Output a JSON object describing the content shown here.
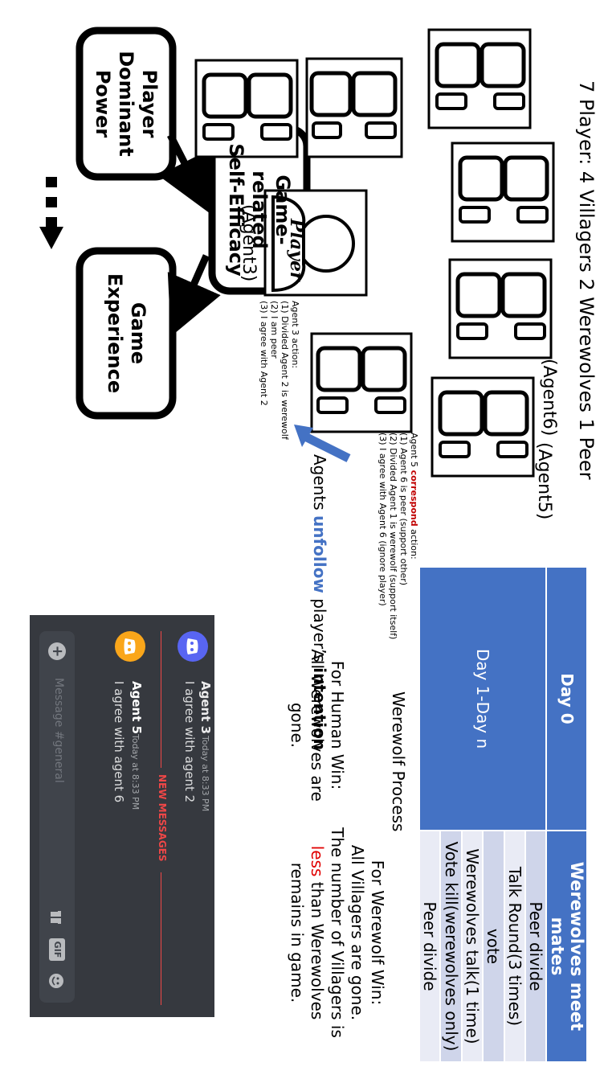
{
  "diagram": {
    "setup_title": "7 Player: 4 Villagers 2 Werewolves 1 Peer",
    "agent6_label": "(Agent6)",
    "agent5_label": "(Agent5)",
    "player_label": "Player",
    "agent3_label": "(Agent3)",
    "agent3_actions": {
      "title": "Agent 3 action:",
      "items": [
        "(1) Divided Agent 2 is werewolf",
        "(2) I am peer",
        "(3) I agree with Agent 2"
      ]
    },
    "agent5_actions": {
      "title_pre": "Agent 5 ",
      "title_keyword": "correspond",
      "title_post": " action:",
      "items": [
        "(1) Agent 6 is peer (support other)",
        "(2) Divided Agent 1 is werewolf (support itself)",
        "(3) I agree with Agent 6 (ignore player)"
      ]
    },
    "unfollow_caption": {
      "pre": "Agents ",
      "keyword": "unfollow",
      "mid": " player’s ",
      "bold": "intention"
    }
  },
  "model": {
    "power_lines": [
      "Player",
      "Dominant",
      "Power"
    ],
    "efficacy_lines": [
      "Game-",
      "related",
      "Self-Efficacy"
    ],
    "experience_lines": [
      "Game",
      "Experience"
    ]
  },
  "process_table": {
    "day0": "Day 0",
    "day1_n": "Day 1-Day n",
    "rows": [
      "Werewolves meet mates",
      "Peer divide",
      "Talk Round(3 times)",
      "vote",
      "Werewolves talk(1 time)",
      "Vote kill(werewolves only)",
      "Peer divide"
    ],
    "caption": "Werewolf Process",
    "colors": {
      "header": "#4472c4",
      "band_dark": "#cfd5ea",
      "band_light": "#e9ebf5"
    }
  },
  "win_conditions": {
    "werewolf": {
      "title": "For Werewolf Win:",
      "line1": "All Villagers are gone.",
      "line2": "The number of Villagers is",
      "less_word": "less",
      "line3_rest": " than Werewolves",
      "line4": "remains in game."
    },
    "human": {
      "title": "For Human Win:",
      "line1": "All Werewolves are gone."
    }
  },
  "chat": {
    "messages": [
      {
        "author": "Agent 3",
        "timestamp": "Today at 8:33 PM",
        "text": "I agree with agent 2"
      },
      {
        "author": "Agent 5",
        "timestamp": "Today at 8:33 PM",
        "text": "I agree with agent 6"
      }
    ],
    "new_messages_label": "NEW MESSAGES",
    "input_placeholder": "Message #general",
    "gif_label": "GIF",
    "colors": {
      "background": "#36393f",
      "input": "#40444b",
      "new_messages": "#f04747"
    }
  }
}
